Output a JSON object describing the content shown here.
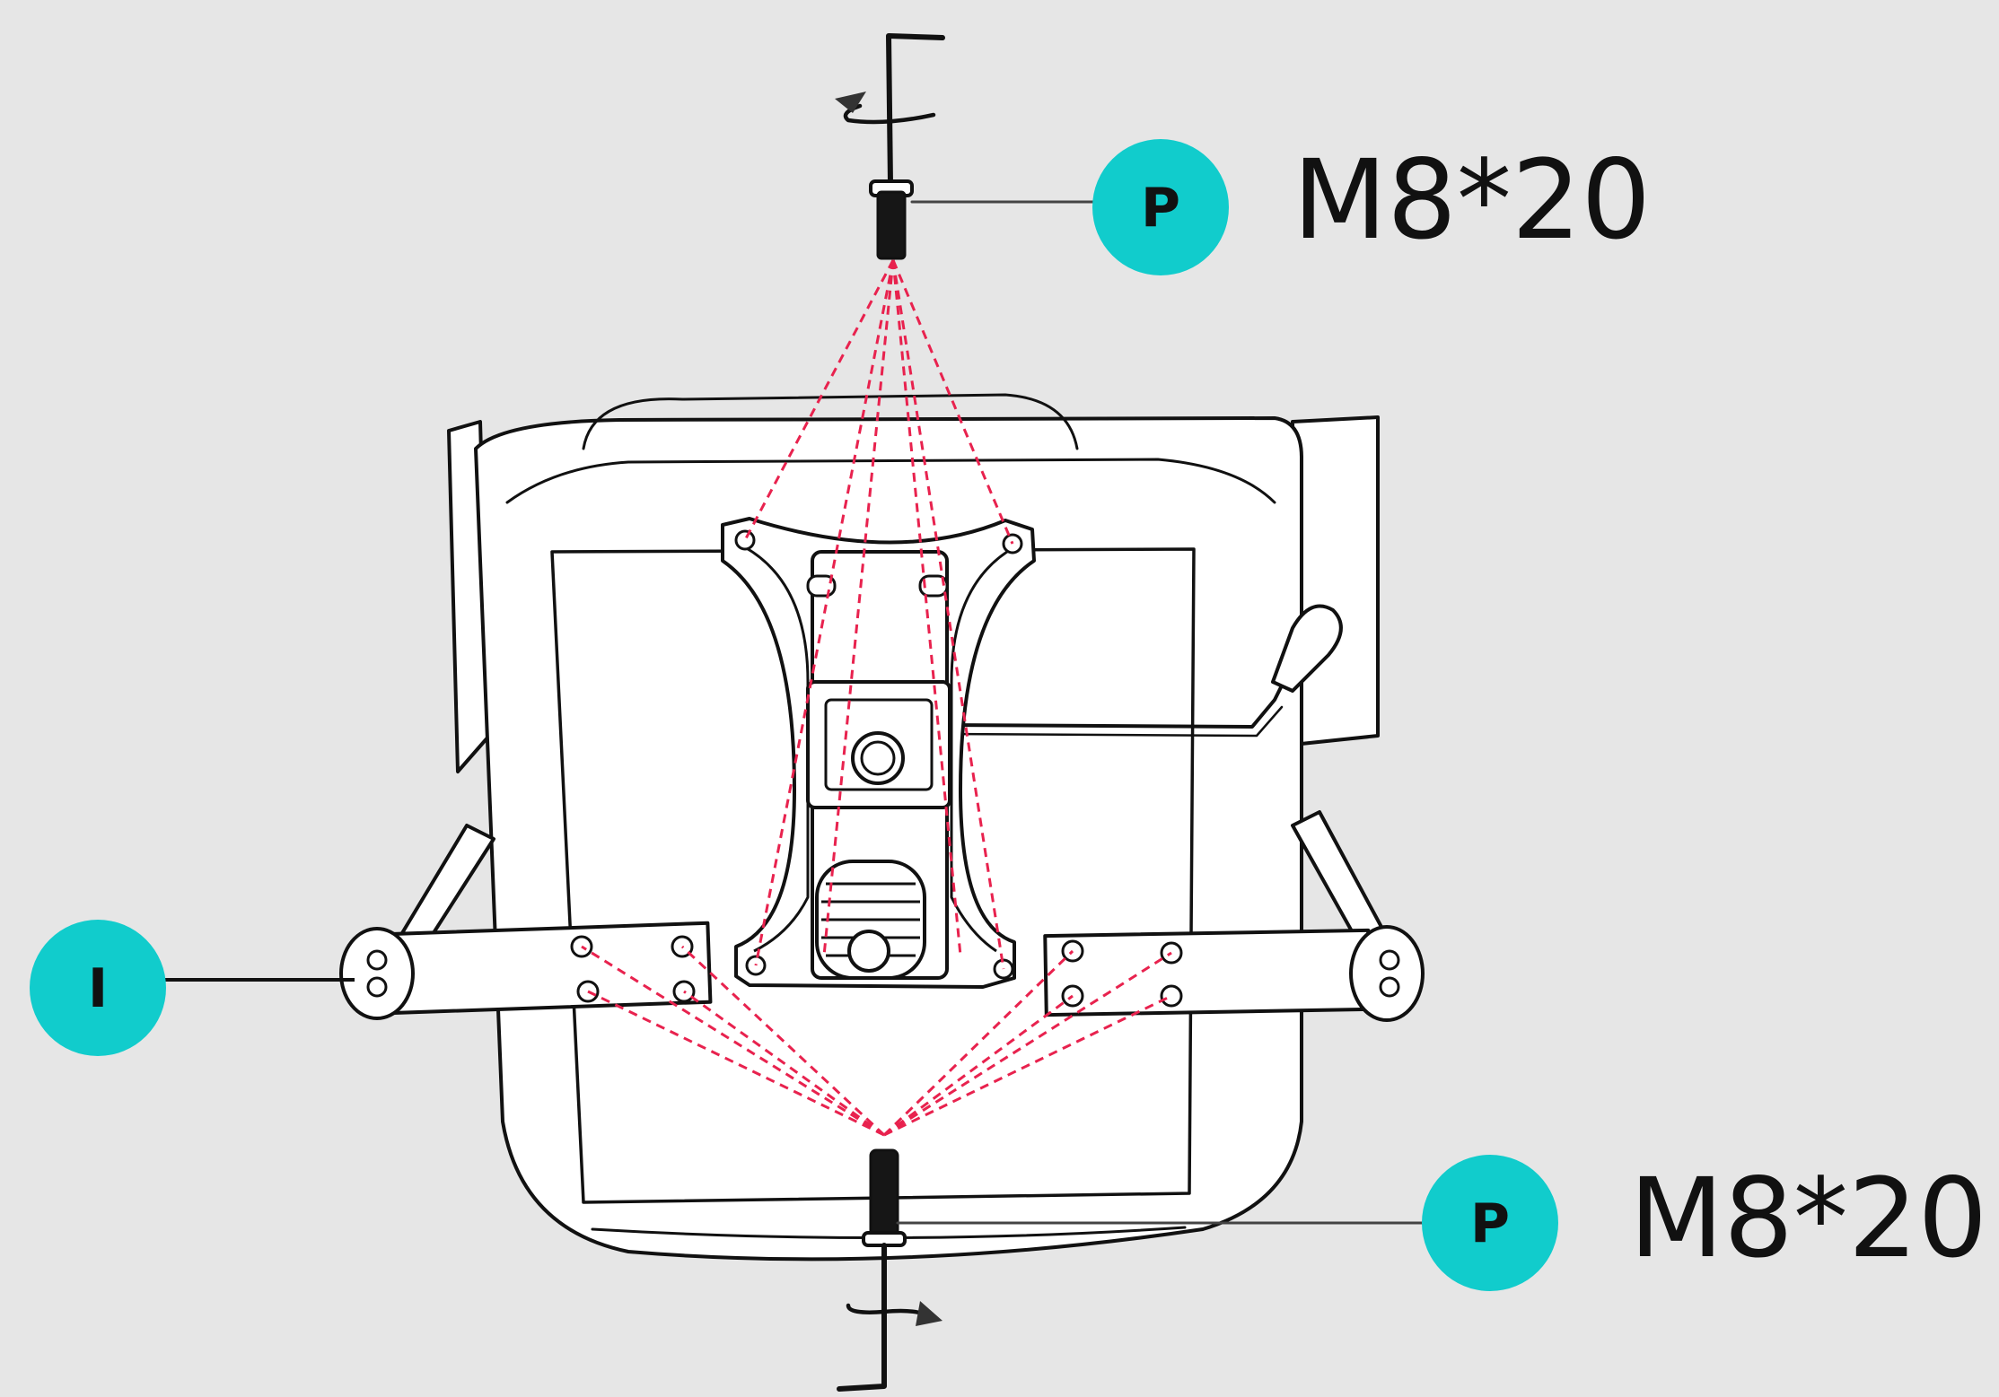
{
  "diagram": {
    "background": "#e6e6e6",
    "accent": "#11cccc",
    "guide_color": "#e8224e",
    "callouts": [
      {
        "id": "top",
        "letter": "P",
        "spec": "M8*20"
      },
      {
        "id": "bottom",
        "letter": "P",
        "spec": "M8*20"
      },
      {
        "id": "armrest",
        "letter": "I"
      }
    ]
  }
}
